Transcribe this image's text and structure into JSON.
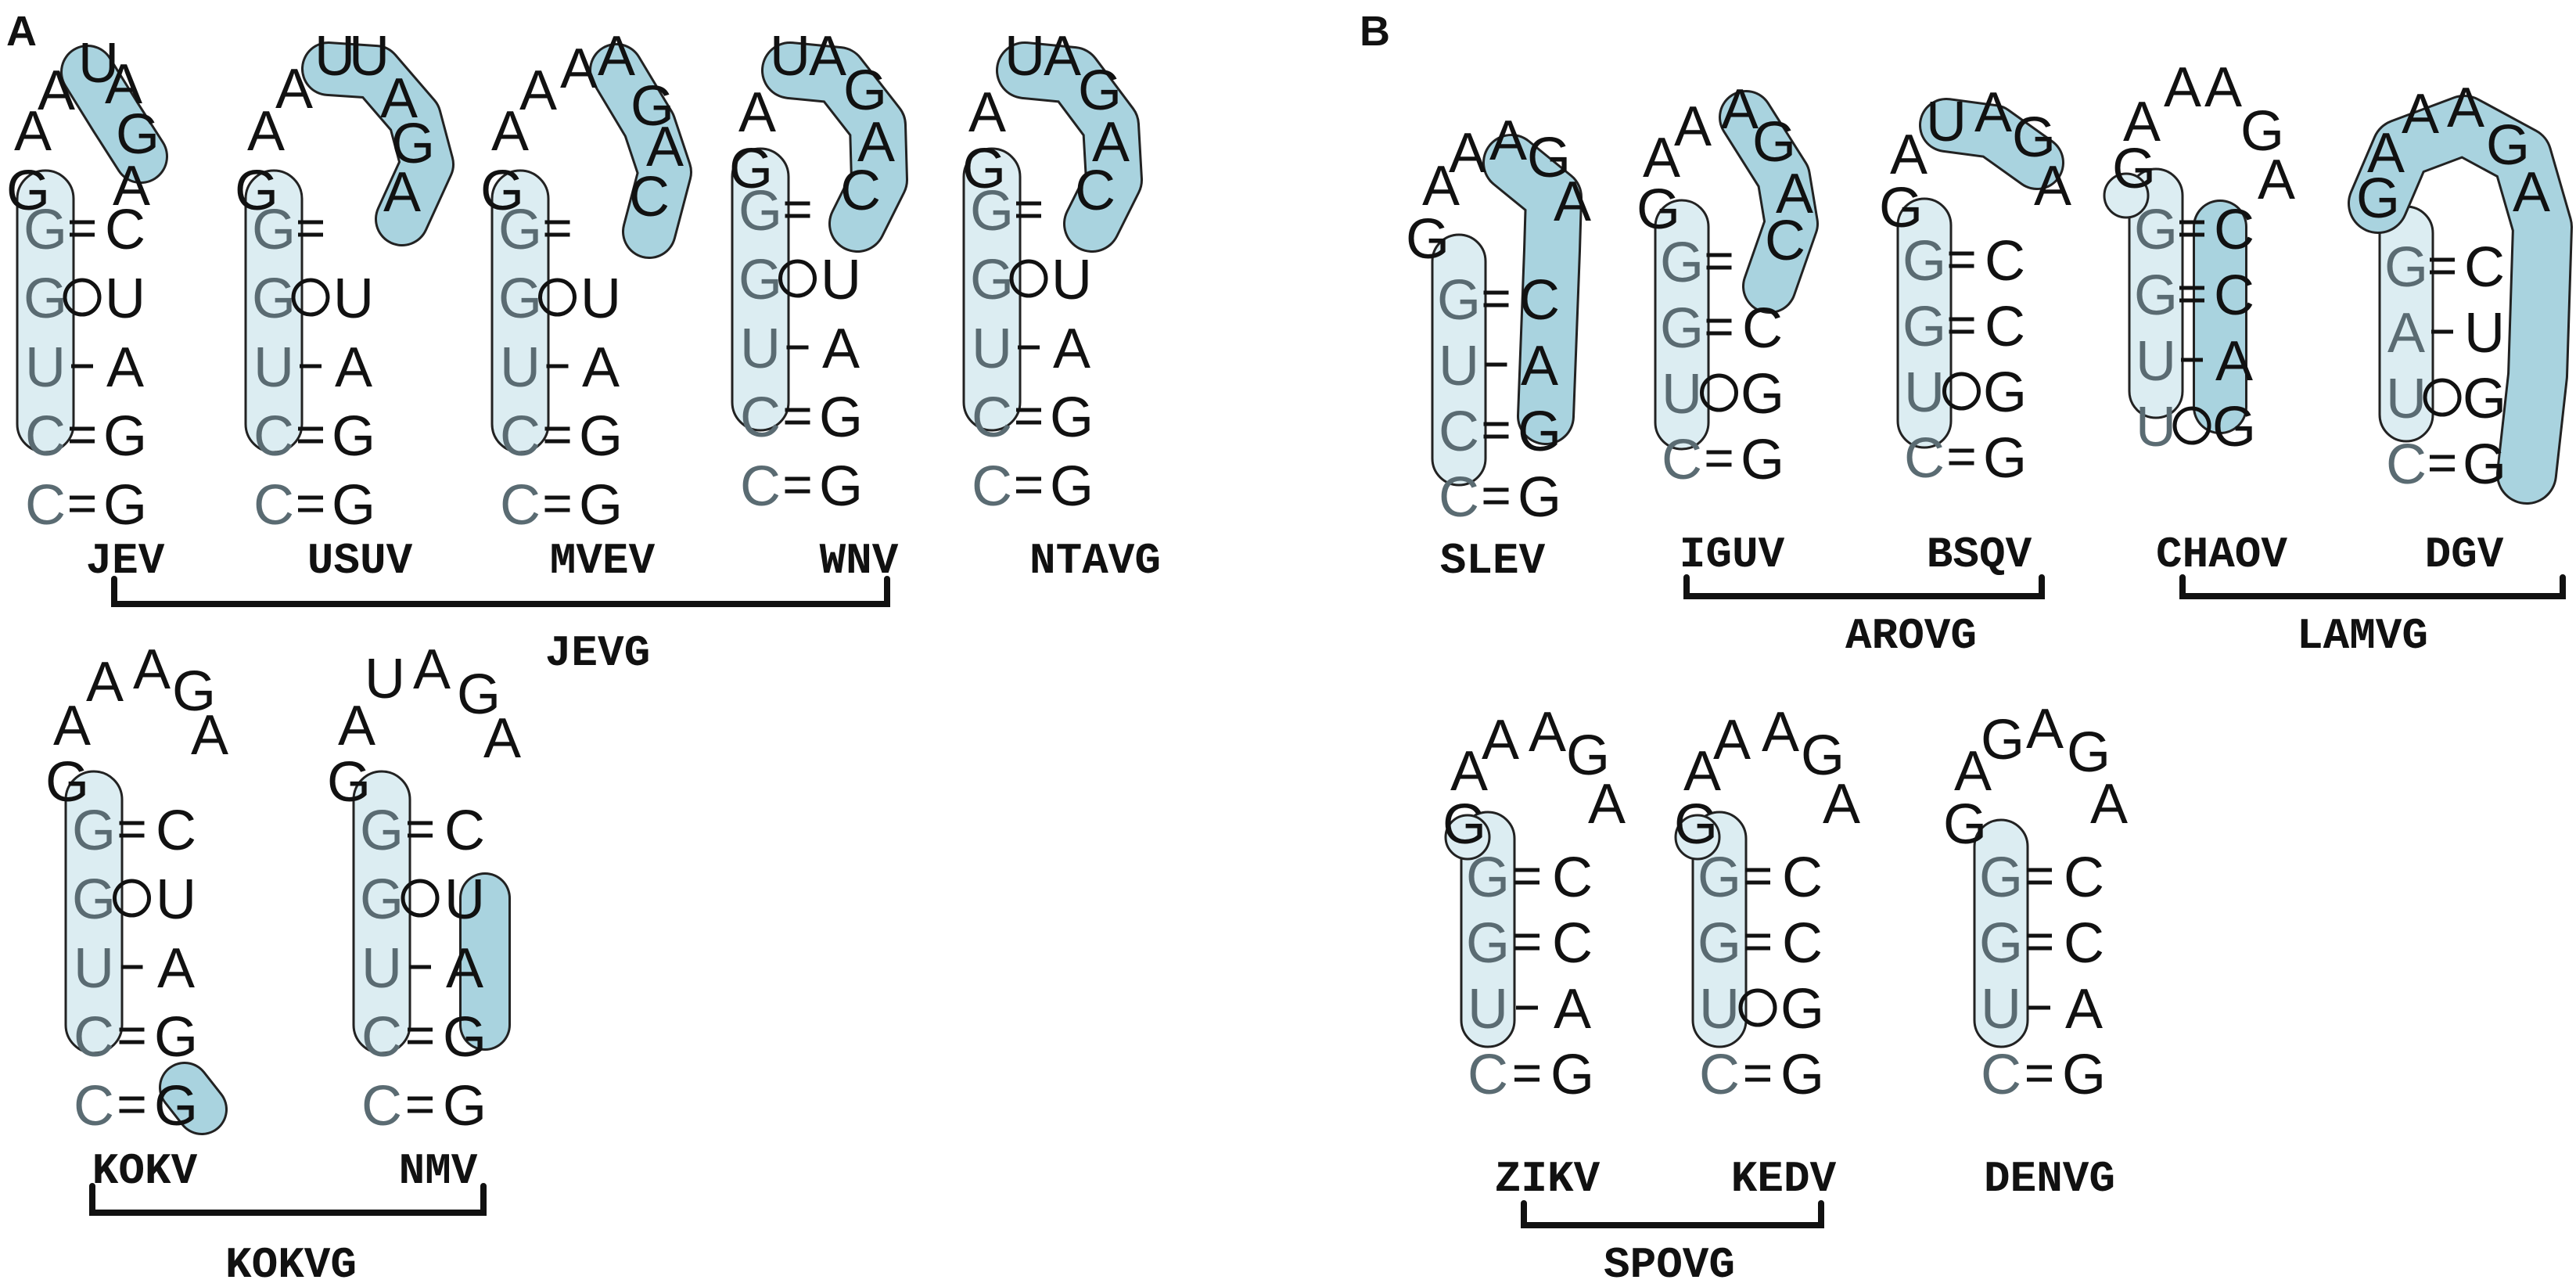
{
  "panels": [
    {
      "label": "A"
    },
    {
      "label": "B"
    }
  ],
  "colors": {
    "highlight_light": "#dcedf2",
    "highlight_dark": "#a9d3df",
    "ink": "#111111"
  },
  "structures": [
    {
      "id": "JEV",
      "name": "JEV",
      "loop": [
        "G",
        "A",
        "A",
        "U",
        "A",
        "G",
        "A"
      ],
      "left": [
        "G",
        "G",
        "U",
        "C",
        "C"
      ],
      "right": [
        "C",
        "U",
        "A",
        "G",
        "G"
      ],
      "pairs": [
        "=",
        "o",
        "-",
        "=",
        "="
      ]
    },
    {
      "id": "USUV",
      "name": "USUV",
      "loop": [
        "G",
        "A",
        "A",
        "U",
        "U",
        "A",
        "G",
        "A"
      ],
      "left": [
        "G",
        "G",
        "U",
        "C",
        "C"
      ],
      "right": [
        "",
        "U",
        "A",
        "G",
        "G"
      ],
      "pairs": [
        "=",
        "o",
        "-",
        "=",
        "="
      ]
    },
    {
      "id": "MVEV",
      "name": "MVEV",
      "loop": [
        "G",
        "A",
        "A",
        "A",
        "A",
        "G",
        "A",
        "C"
      ],
      "left": [
        "G",
        "G",
        "U",
        "C",
        "C"
      ],
      "right": [
        "U",
        "A",
        "G",
        "G"
      ],
      "pairs": [
        "=",
        "o",
        "-",
        "=",
        "="
      ]
    },
    {
      "id": "WNV",
      "name": "WNV",
      "loop": [
        "G",
        "A",
        "U",
        "A",
        "G",
        "A",
        "C"
      ],
      "left": [
        "G",
        "G",
        "U",
        "C",
        "C"
      ],
      "right": [
        "U",
        "A",
        "G",
        "G"
      ],
      "pairs": [
        "=",
        "o",
        "-",
        "=",
        "="
      ]
    },
    {
      "id": "NTAVG",
      "name": "NTAVG",
      "loop": [
        "G",
        "A",
        "U",
        "A",
        "G",
        "A",
        "C"
      ],
      "left": [
        "G",
        "G",
        "U",
        "C",
        "C"
      ],
      "right": [
        "U",
        "A",
        "G",
        "G"
      ],
      "pairs": [
        "=",
        "o",
        "-",
        "=",
        "="
      ]
    },
    {
      "id": "KOKV",
      "name": "KOKV",
      "loop": [
        "G",
        "A",
        "A",
        "A",
        "G",
        "A"
      ],
      "left": [
        "G",
        "G",
        "U",
        "C",
        "C"
      ],
      "right": [
        "C",
        "U",
        "A",
        "G",
        "G"
      ],
      "pairs": [
        "=",
        "o",
        "-",
        "=",
        "="
      ]
    },
    {
      "id": "NMV",
      "name": "NMV",
      "loop": [
        "G",
        "A",
        "U",
        "A",
        "G",
        "A"
      ],
      "left": [
        "G",
        "G",
        "U",
        "C",
        "C"
      ],
      "right": [
        "C",
        "U",
        "A",
        "G",
        "G"
      ],
      "pairs": [
        "=",
        "o",
        "-",
        "=",
        "="
      ]
    },
    {
      "id": "SLEV",
      "name": "SLEV",
      "loop": [
        "G",
        "A",
        "A",
        "A",
        "G",
        "A"
      ],
      "left": [
        "G",
        "U",
        "C",
        "C"
      ],
      "right": [
        "C",
        "A",
        "G",
        "G"
      ],
      "pairs": [
        "=",
        "-",
        "=",
        "="
      ]
    },
    {
      "id": "IGUV",
      "name": "IGUV",
      "loop": [
        "G",
        "A",
        "A",
        "A",
        "G",
        "A",
        "C"
      ],
      "left": [
        "G",
        "G",
        "U",
        "C"
      ],
      "right": [
        "C",
        "G",
        "G"
      ],
      "pairs": [
        "=",
        "=",
        "o",
        "="
      ]
    },
    {
      "id": "BSQV",
      "name": "BSQV",
      "loop": [
        "G",
        "A",
        "U",
        "A",
        "G",
        "A"
      ],
      "left": [
        "G",
        "G",
        "U",
        "C"
      ],
      "right": [
        "C",
        "C",
        "G",
        "G"
      ],
      "pairs": [
        "=",
        "=",
        "o",
        "="
      ]
    },
    {
      "id": "CHAOV",
      "name": "CHAOV",
      "loop": [
        "G",
        "A",
        "A",
        "A",
        "G",
        "A"
      ],
      "left": [
        "G",
        "G",
        "U",
        "U"
      ],
      "right": [
        "C",
        "C",
        "A",
        "G"
      ],
      "pairs": [
        "=",
        "=",
        "-",
        "o"
      ]
    },
    {
      "id": "DGV",
      "name": "DGV",
      "loop": [
        "G",
        "A",
        "A",
        "A",
        "G",
        "A"
      ],
      "left": [
        "G",
        "A",
        "U",
        "C"
      ],
      "right": [
        "C",
        "U",
        "G",
        "G"
      ],
      "pairs": [
        "=",
        "-",
        "o",
        "="
      ]
    },
    {
      "id": "ZIKV",
      "name": "ZIKV",
      "loop": [
        "G",
        "A",
        "A",
        "A",
        "G",
        "A"
      ],
      "left": [
        "G",
        "G",
        "U",
        "C"
      ],
      "right": [
        "C",
        "C",
        "A",
        "G"
      ],
      "pairs": [
        "=",
        "=",
        "-",
        "="
      ]
    },
    {
      "id": "KEDV",
      "name": "KEDV",
      "loop": [
        "G",
        "A",
        "A",
        "A",
        "G",
        "A"
      ],
      "left": [
        "G",
        "G",
        "U",
        "C"
      ],
      "right": [
        "C",
        "C",
        "G",
        "G"
      ],
      "pairs": [
        "=",
        "=",
        "o",
        "="
      ]
    },
    {
      "id": "DENVG",
      "name": "DENVG",
      "loop": [
        "G",
        "A",
        "G",
        "A",
        "G",
        "A"
      ],
      "left": [
        "G",
        "G",
        "U",
        "C"
      ],
      "right": [
        "C",
        "C",
        "A",
        "G"
      ],
      "pairs": [
        "=",
        "=",
        "-",
        "="
      ]
    }
  ],
  "groups": [
    {
      "id": "JEVG",
      "name": "JEVG"
    },
    {
      "id": "KOKVG",
      "name": "KOKVG"
    },
    {
      "id": "AROVG",
      "name": "AROVG"
    },
    {
      "id": "LAMVG",
      "name": "LAMVG"
    },
    {
      "id": "SPOVG",
      "name": "SPOVG"
    }
  ]
}
